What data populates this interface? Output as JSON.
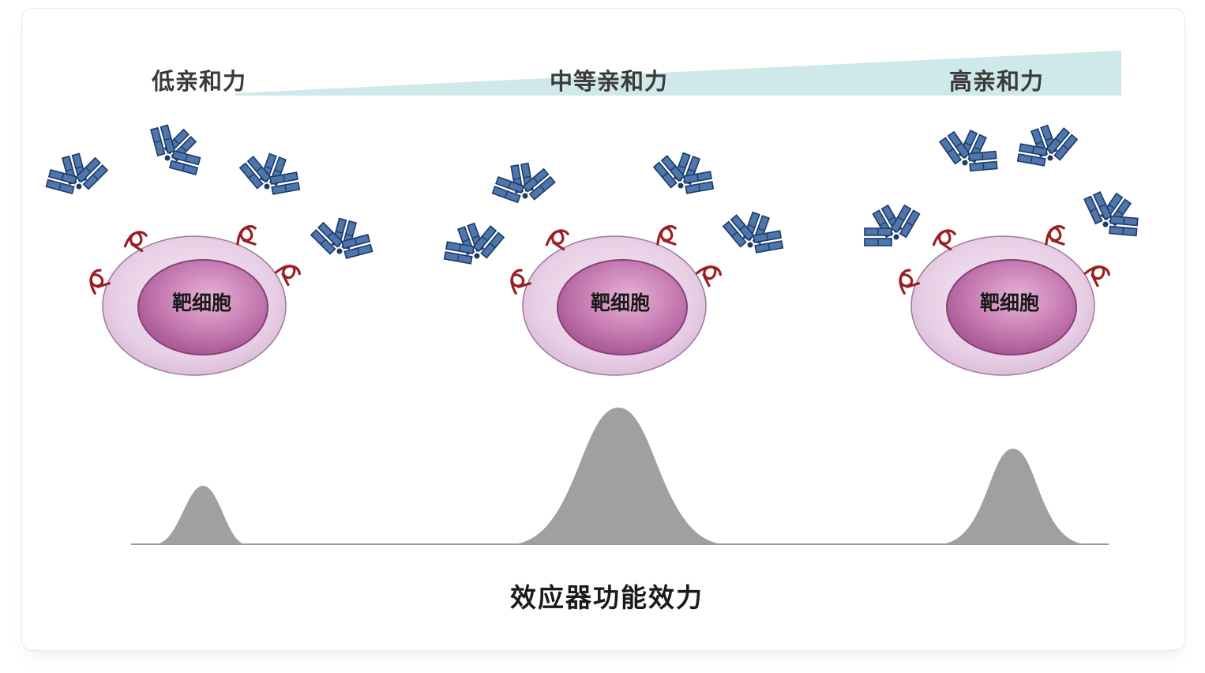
{
  "affinity_labels": {
    "low": "低亲和力",
    "medium": "中等亲和力",
    "high": "高亲和力"
  },
  "cell_label": "靶细胞",
  "bottom_title": "效应器功能效力",
  "colors": {
    "gradient_bar": "#cfe8ea",
    "antibody": "#3a5f94",
    "antigen": "#9a1f24",
    "cell_outer": "#e6cde6",
    "cell_inner": "#b2649f",
    "peak": "#a0a0a0"
  }
}
